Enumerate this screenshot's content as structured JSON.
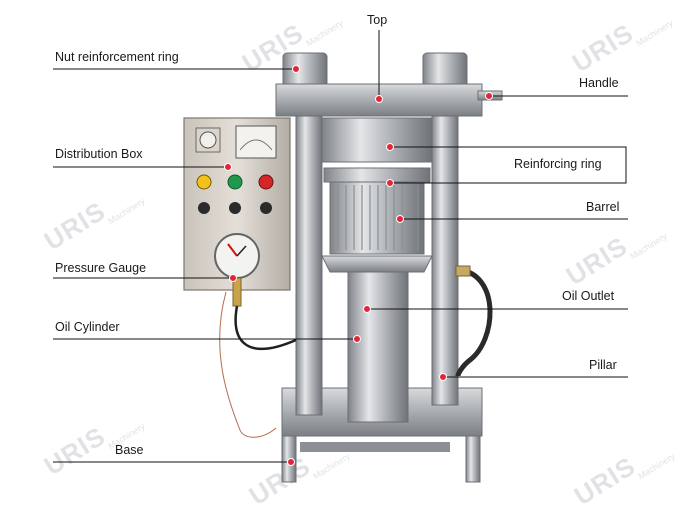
{
  "labels": {
    "top": "Top",
    "nut_ring": "Nut reinforcement ring",
    "handle": "Handle",
    "distribution_box": "Distribution Box",
    "reinforcing_ring": "Reinforcing ring",
    "barrel": "Barrel",
    "pressure_gauge": "Pressure Gauge",
    "oil_outlet": "Oil Outlet",
    "oil_cylinder": "Oil Cylinder",
    "pillar": "Pillar",
    "base": "Base"
  },
  "watermark": {
    "brand": "URIS",
    "sub": "Machinery"
  },
  "colors": {
    "steel": "#b9bcc0",
    "steel_dark": "#7d8186",
    "marker": "#e2263a",
    "line": "#111111"
  }
}
